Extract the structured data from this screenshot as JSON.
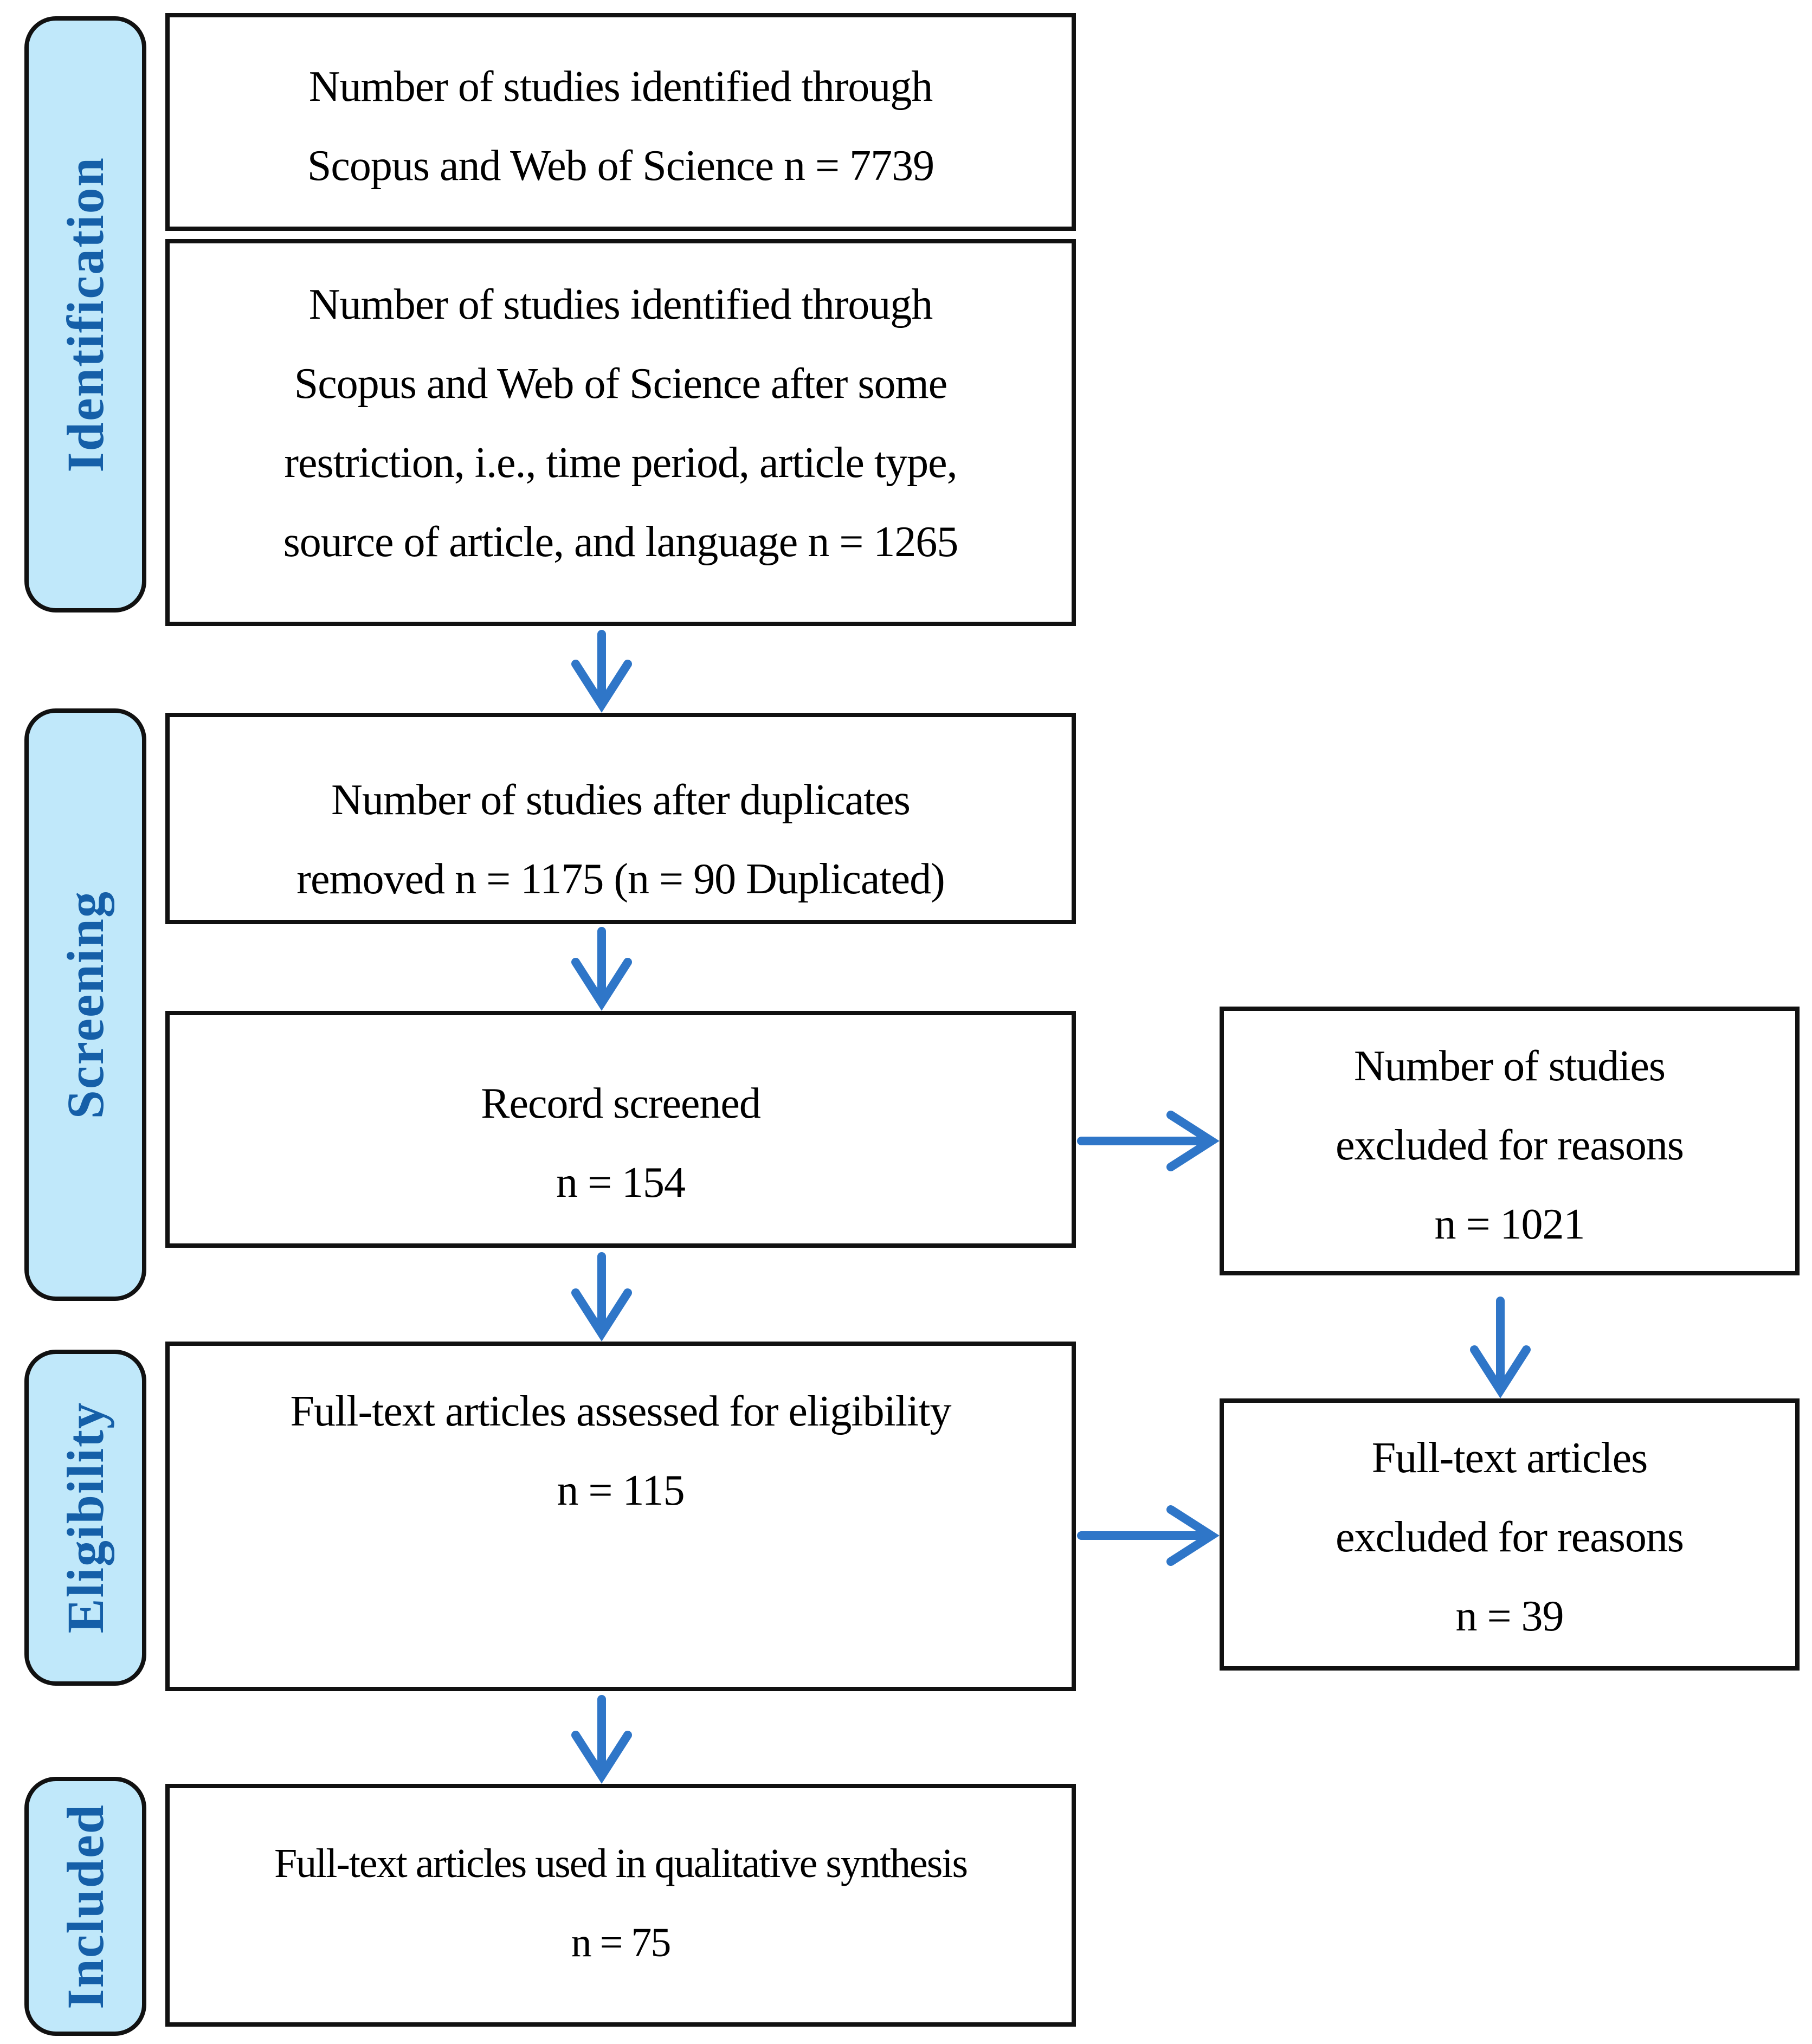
{
  "figure": {
    "title": "PRISMA literature selection flow diagram",
    "background_color": "#ffffff",
    "colors": {
      "arrow_blue": "#2f76c8",
      "stage_fill": "#c0e8fa",
      "stage_text": "#155fa8",
      "box_border": "#111111",
      "box_text": "#000000"
    }
  },
  "stages": [
    {
      "id": "identification",
      "label": "Identification"
    },
    {
      "id": "screening",
      "label": "Screening"
    },
    {
      "id": "eligibility",
      "label": "Eligibility"
    },
    {
      "id": "included",
      "label": "Included"
    }
  ],
  "boxes": [
    {
      "id": "identified",
      "lines": [
        "Number of studies identified through",
        "Scopus and Web of Science n = 7739"
      ]
    },
    {
      "id": "identified-restricted",
      "lines": [
        "Number of studies identified through",
        "Scopus and Web of Science after some",
        "restriction, i.e., time period, article type,",
        "source of article, and language n = 1265"
      ]
    },
    {
      "id": "duplicates-removed",
      "lines": [
        "Number of studies after duplicates",
        "removed n = 1175 (n = 90 Duplicated)"
      ]
    },
    {
      "id": "records-screened",
      "lines": [
        "Record screened",
        "n = 154"
      ]
    },
    {
      "id": "fulltext-assessed",
      "lines": [
        "Full-text articles assessed for eligibility",
        "n = 115"
      ]
    },
    {
      "id": "qualitative-synthesis",
      "lines": [
        "Full-text articles used in qualitative synthesis",
        "n = 75"
      ]
    },
    {
      "id": "studies-excluded",
      "lines": [
        "Number of studies",
        "excluded for reasons",
        "n = 1021"
      ]
    },
    {
      "id": "fulltext-excluded",
      "lines": [
        "Full-text articles",
        "excluded for reasons",
        "n = 39"
      ]
    }
  ]
}
